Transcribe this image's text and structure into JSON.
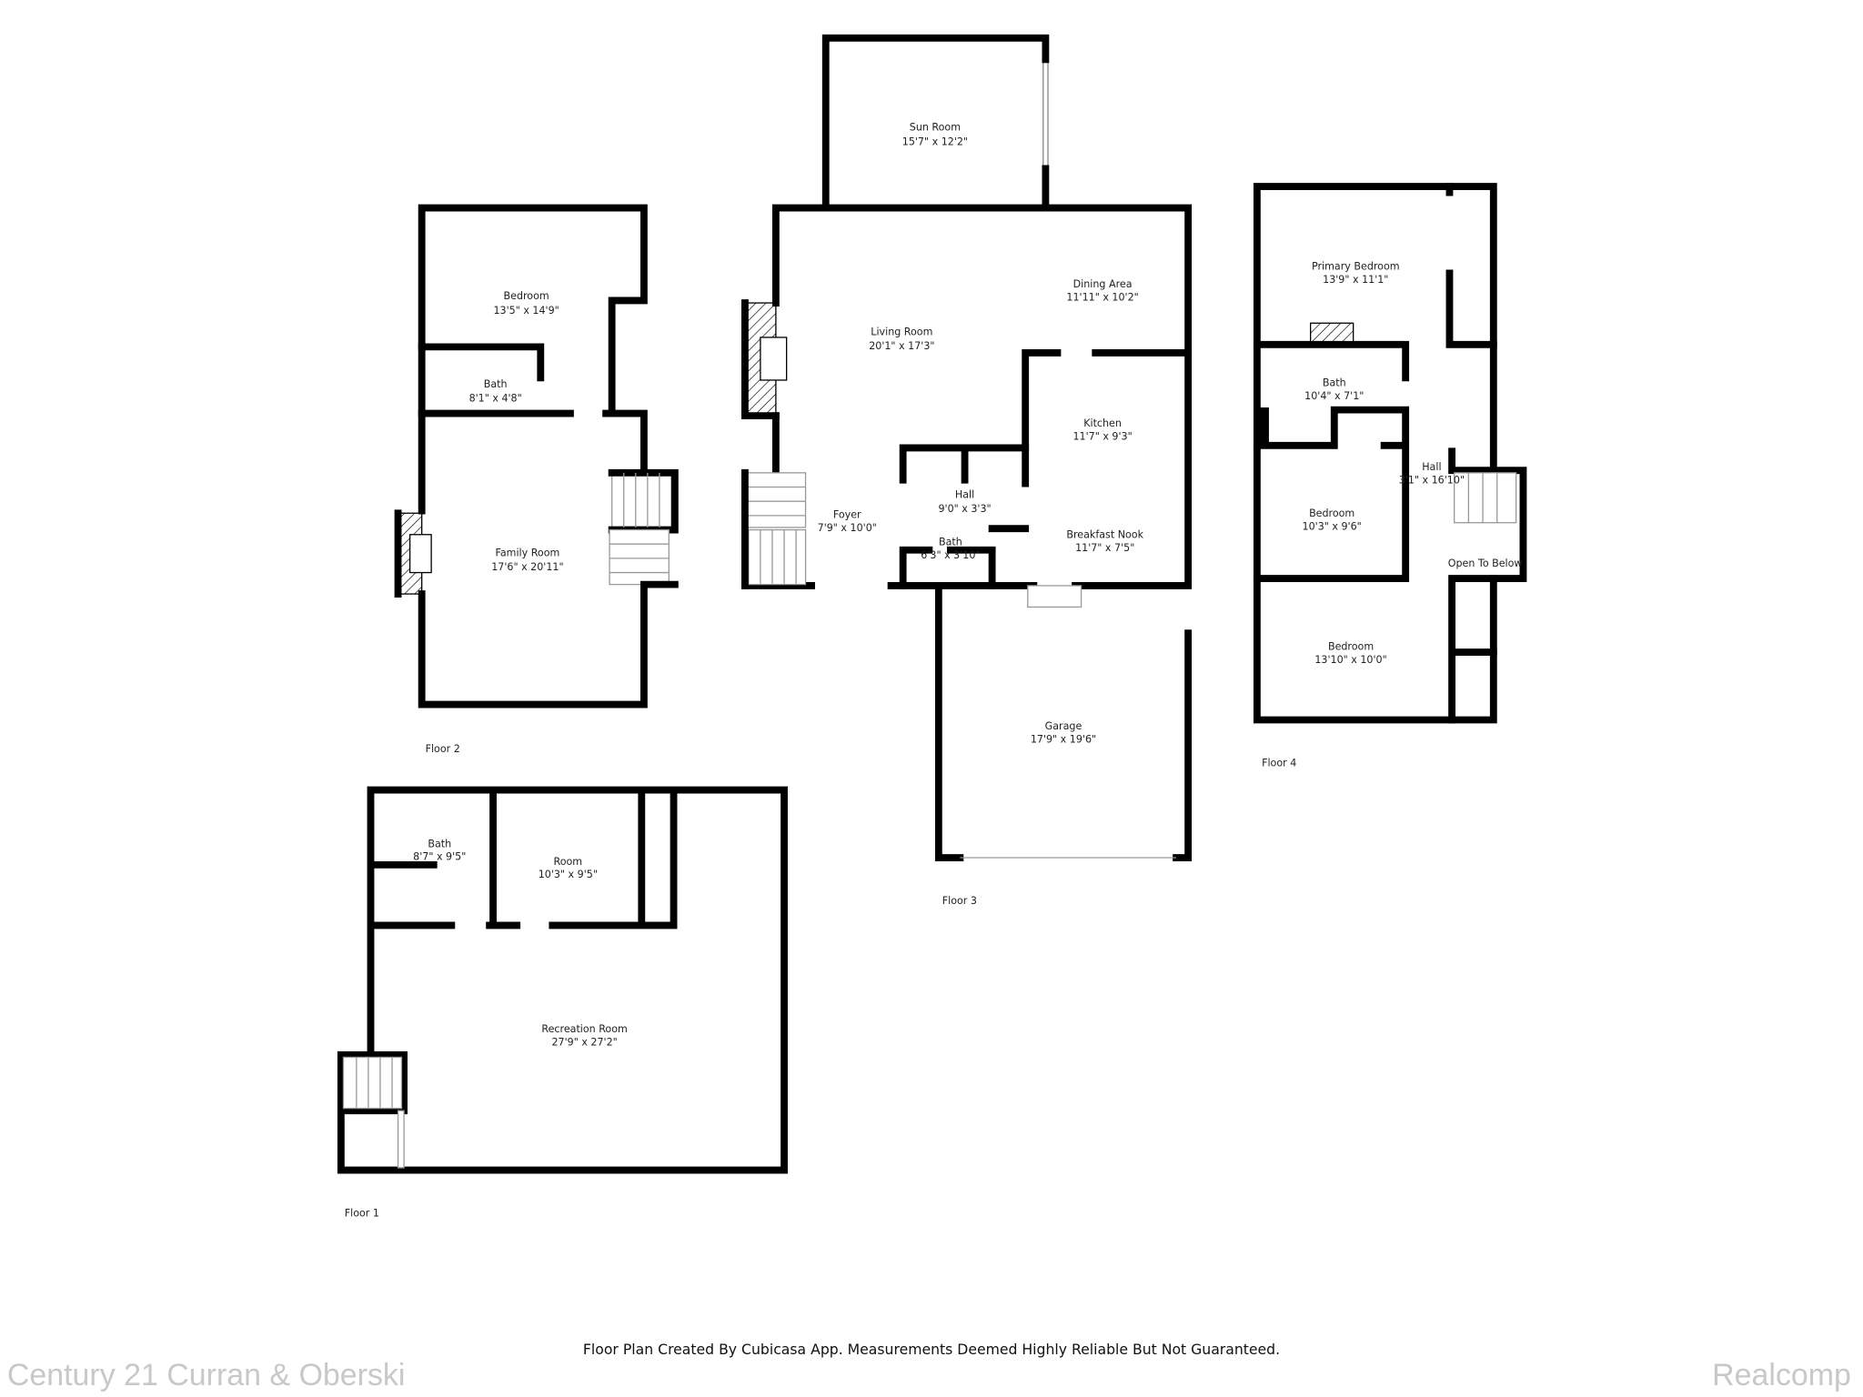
{
  "floors": {
    "floor1": {
      "label": "Floor 1",
      "rooms": [
        {
          "name": "Bath",
          "dims": "8'7\" x 9'5\""
        },
        {
          "name": "Room",
          "dims": "10'3\" x 9'5\""
        },
        {
          "name": "Recreation Room",
          "dims": "27'9\" x 27'2\""
        }
      ]
    },
    "floor2": {
      "label": "Floor 2",
      "rooms": [
        {
          "name": "Bedroom",
          "dims": "13'5\" x 14'9\""
        },
        {
          "name": "Bath",
          "dims": "8'1\" x 4'8\""
        },
        {
          "name": "Family Room",
          "dims": "17'6\" x 20'11\""
        }
      ]
    },
    "floor3": {
      "label": "Floor 3",
      "rooms": [
        {
          "name": "Sun Room",
          "dims": "15'7\" x 12'2\""
        },
        {
          "name": "Living Room",
          "dims": "20'1\" x 17'3\""
        },
        {
          "name": "Dining Area",
          "dims": "11'11\" x 10'2\""
        },
        {
          "name": "Kitchen",
          "dims": "11'7\" x 9'3\""
        },
        {
          "name": "Hall",
          "dims": "9'0\" x 3'3\""
        },
        {
          "name": "Foyer",
          "dims": "7'9\" x 10'0\""
        },
        {
          "name": "Bath",
          "dims": "6'3\" x 3'10\""
        },
        {
          "name": "Breakfast Nook",
          "dims": "11'7\" x 7'5\""
        },
        {
          "name": "Garage",
          "dims": "17'9\" x 19'6\""
        }
      ]
    },
    "floor4": {
      "label": "Floor 4",
      "rooms": [
        {
          "name": "Primary Bedroom",
          "dims": "13'9\" x 11'1\""
        },
        {
          "name": "Bath",
          "dims": "10'4\" x 7'1\""
        },
        {
          "name": "Hall",
          "dims": "3'1\" x 16'10\""
        },
        {
          "name": "Bedroom",
          "dims": "10'3\" x 9'6\""
        },
        {
          "name": "Open To Below",
          "dims": ""
        },
        {
          "name": "Bedroom",
          "dims": "13'10\" x 10'0\""
        }
      ]
    }
  },
  "footer": {
    "disclaimer": "Floor Plan Created By Cubicasa App. Measurements Deemed Highly Reliable But Not Guaranteed.",
    "brokerage_watermark": "Century 21 Curran & Oberski",
    "mls_watermark": "Realcomp"
  }
}
